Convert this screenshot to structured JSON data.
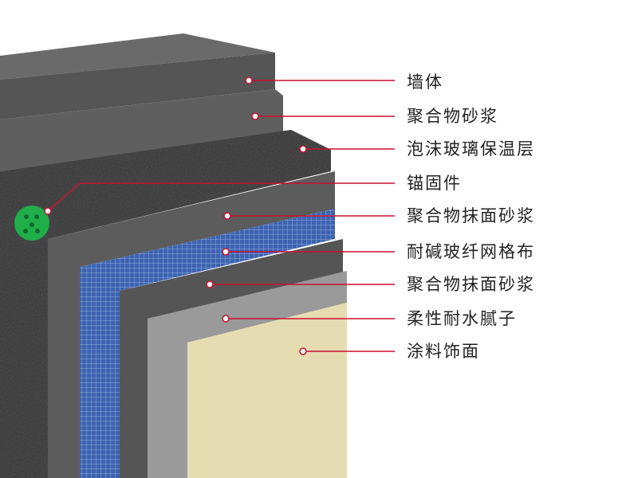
{
  "labels": [
    {
      "text": "墙体"
    },
    {
      "text": "聚合物砂浆"
    },
    {
      "text": "泡沫玻璃保温层"
    },
    {
      "text": "锚固件"
    },
    {
      "text": "聚合物抹面砂浆"
    },
    {
      "text": "耐碱玻纤网格布"
    },
    {
      "text": "聚合物抹面砂浆"
    },
    {
      "text": "柔性耐水腻子"
    },
    {
      "text": "涂料饰面"
    }
  ],
  "colors": {
    "leader": "#c8102e",
    "anchor": "#1fae4a",
    "mesh": "#3d63b0",
    "finish": "#e6dcb2"
  }
}
